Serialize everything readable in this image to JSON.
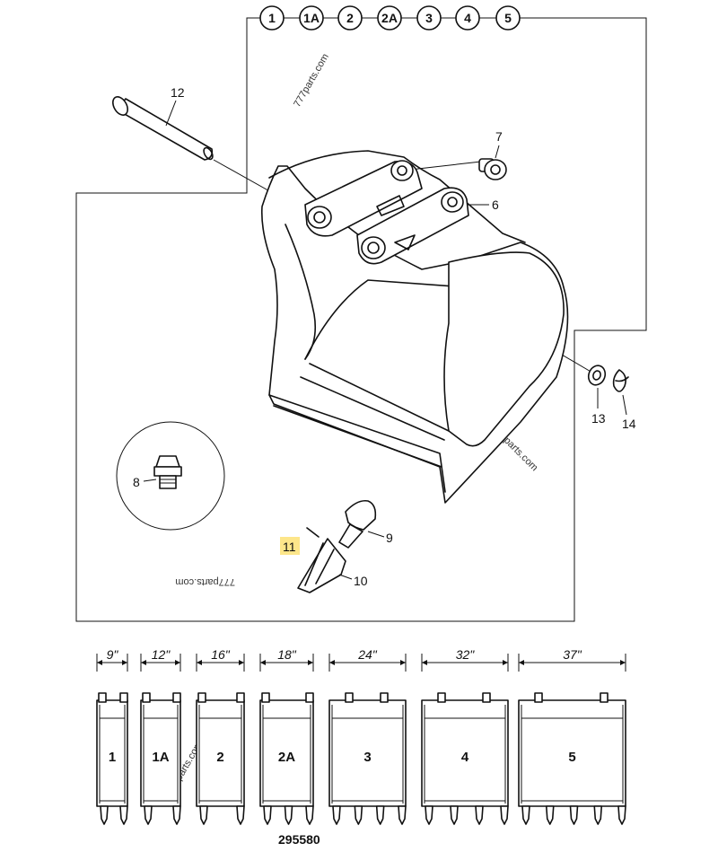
{
  "variants": [
    "1",
    "1A",
    "2",
    "2A",
    "3",
    "4",
    "5"
  ],
  "callouts": {
    "c12": "12",
    "c7": "7",
    "c6": "6",
    "c13": "13",
    "c14": "14",
    "c8": "8",
    "c9": "9",
    "c10": "10",
    "c11": "11"
  },
  "highlight_color": "#fde68a",
  "sizes": [
    {
      "width": "9\"",
      "label": "1"
    },
    {
      "width": "12\"",
      "label": "1A"
    },
    {
      "width": "16\"",
      "label": "2"
    },
    {
      "width": "18\"",
      "label": "2A"
    },
    {
      "width": "24\"",
      "label": "3"
    },
    {
      "width": "32\"",
      "label": "4"
    },
    {
      "width": "37\"",
      "label": "5"
    }
  ],
  "drawing_number": "295580",
  "watermark": "777parts.com"
}
